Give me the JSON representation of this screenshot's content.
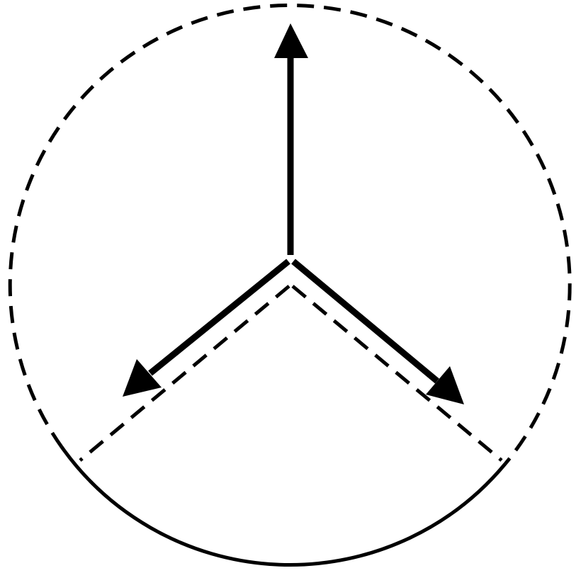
{
  "colors": {
    "background": "#ffffff",
    "stroke": "#000000"
  },
  "elements": {
    "circle_outline": {
      "style": "dashed"
    },
    "bottom_arc": {
      "style": "solid"
    },
    "sector_boundaries": {
      "style": "dashed"
    },
    "arrows": [
      {
        "name": "up-arrow",
        "direction": "up"
      },
      {
        "name": "lower-left-arrow",
        "direction": "down-left"
      },
      {
        "name": "lower-right-arrow",
        "direction": "down-right"
      }
    ]
  }
}
